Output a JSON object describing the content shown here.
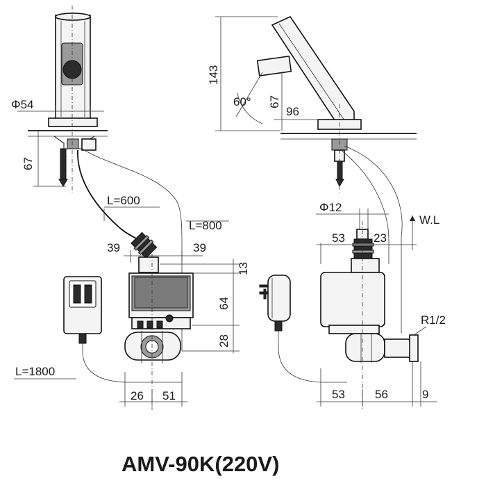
{
  "drawing": {
    "title": "AMV-90K(220V)",
    "dims": {
      "phi54": "Φ54",
      "d67_left": "67",
      "l600": "L=600",
      "l800": "L=800",
      "d39_left": "39",
      "d39_right": "39",
      "d13": "13",
      "d64": "64",
      "d28": "28",
      "l1800": "L=1800",
      "d26": "26",
      "d51": "51",
      "d143": "143",
      "angle60": "60°",
      "d67_right": "67",
      "d96": "96",
      "phi12": "Φ12",
      "wl": "W.L",
      "d53_top": "53",
      "d23": "23",
      "r12": "R1/2",
      "d53_bottom": "53",
      "d56": "56",
      "d9": "9"
    }
  }
}
